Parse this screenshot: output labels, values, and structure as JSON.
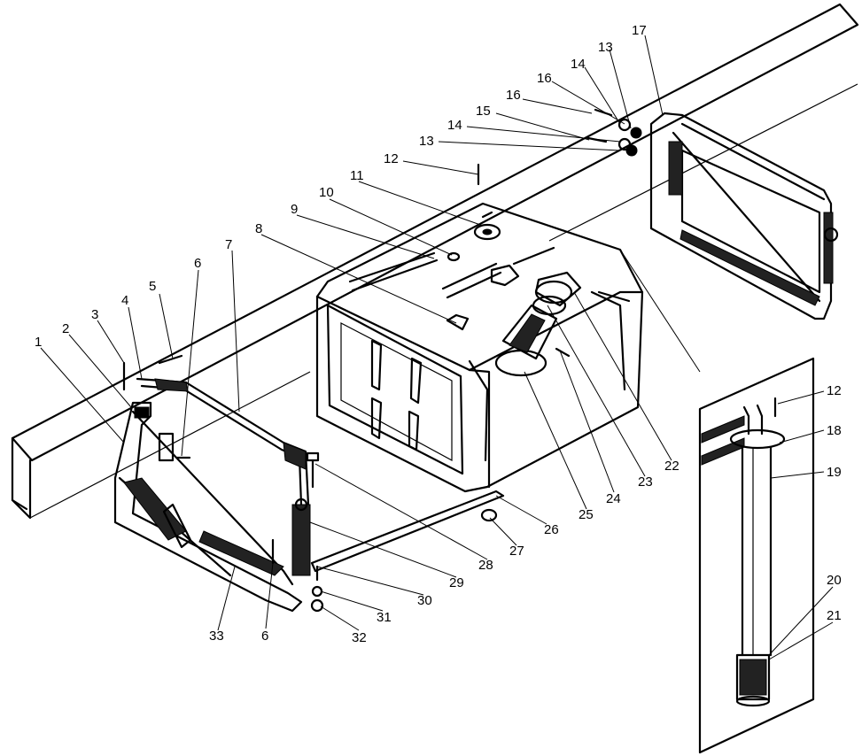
{
  "callouts": [
    {
      "label": "1"
    },
    {
      "label": "2"
    },
    {
      "label": "3"
    },
    {
      "label": "4"
    },
    {
      "label": "5"
    },
    {
      "label": "6"
    },
    {
      "label": "7"
    },
    {
      "label": "8"
    },
    {
      "label": "9"
    },
    {
      "label": "10"
    },
    {
      "label": "11"
    },
    {
      "label": "12"
    },
    {
      "label": "13"
    },
    {
      "label": "14"
    },
    {
      "label": "15"
    },
    {
      "label": "16"
    },
    {
      "label": "16"
    },
    {
      "label": "14"
    },
    {
      "label": "13"
    },
    {
      "label": "17"
    },
    {
      "label": "12"
    },
    {
      "label": "18"
    },
    {
      "label": "19"
    },
    {
      "label": "20"
    },
    {
      "label": "21"
    },
    {
      "label": "22"
    },
    {
      "label": "23"
    },
    {
      "label": "24"
    },
    {
      "label": "25"
    },
    {
      "label": "26"
    },
    {
      "label": "27"
    },
    {
      "label": "28"
    },
    {
      "label": "29"
    },
    {
      "label": "30"
    },
    {
      "label": "31"
    },
    {
      "label": "32"
    },
    {
      "label": "33"
    },
    {
      "label": "6"
    }
  ],
  "colors": {
    "ink": "#000000",
    "paper": "#ffffff",
    "hatch": "#222222"
  }
}
